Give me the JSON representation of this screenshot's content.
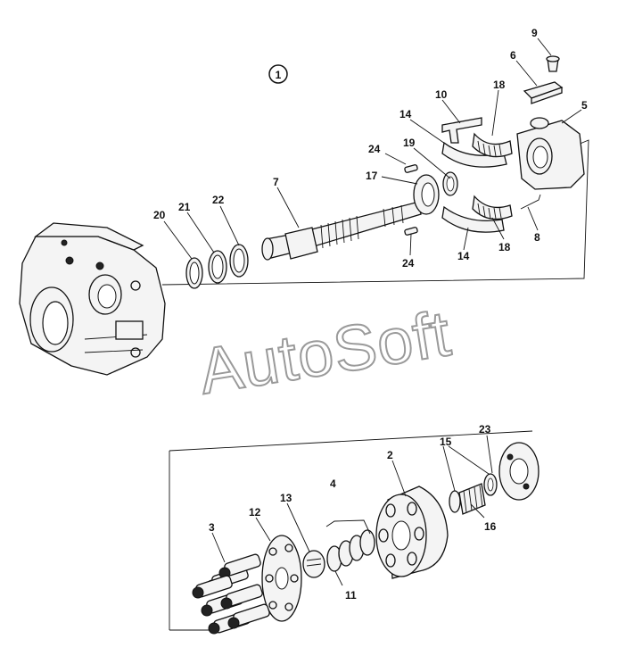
{
  "figure_number": "1",
  "watermark": "AutoSoft",
  "callouts": [
    "9",
    "6",
    "5",
    "10",
    "18",
    "14",
    "24",
    "19",
    "17",
    "7",
    "22",
    "21",
    "20",
    "8",
    "18",
    "14",
    "24",
    "2",
    "3",
    "12",
    "13",
    "4",
    "11",
    "15",
    "16",
    "23"
  ]
}
